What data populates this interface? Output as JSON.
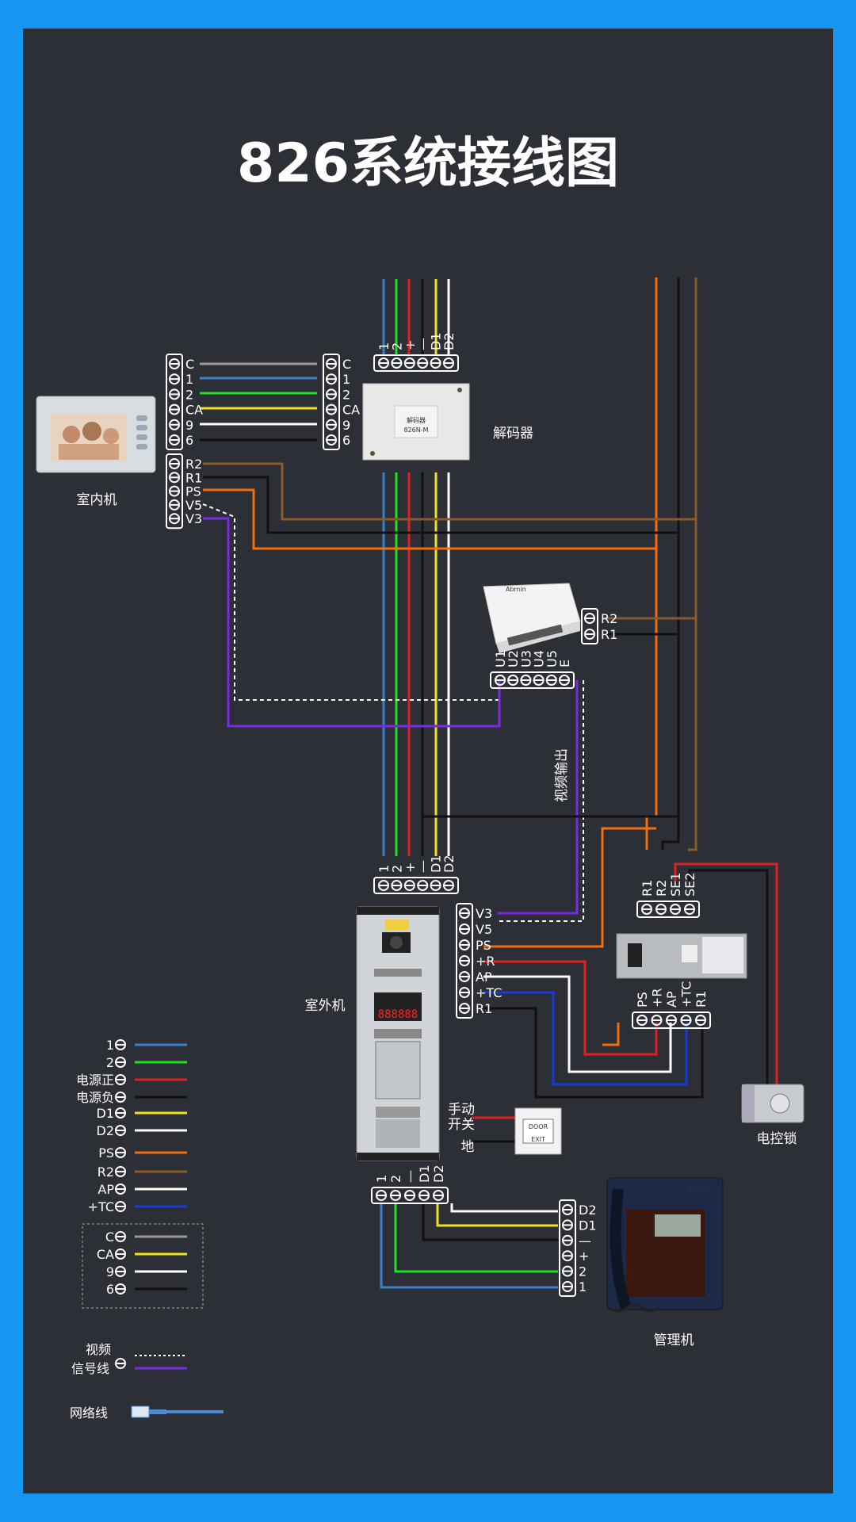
{
  "title": "826系统接线图",
  "colors": {
    "background": "#2d2f36",
    "border": "#1596f0",
    "wire_1": "#3a80c8",
    "wire_2": "#22e022",
    "wire_power_pos": "#e02020",
    "wire_power_neg": "#111111",
    "wire_d1": "#f0e020",
    "wire_d2": "#ffffff",
    "wire_ps": "#f07010",
    "wire_r2": "#8a5a2a",
    "wire_tc": "#1a3ad8",
    "wire_c": "#999999",
    "wire_video": "#7a2ae0"
  },
  "devices": {
    "indoor": "室内机",
    "decoder": "解码器",
    "outdoor": "室外机",
    "lock": "电控锁",
    "manager": "管理机",
    "video_out": "视频输出"
  },
  "indoor_terminals_top": [
    "C",
    "1",
    "2",
    "CA",
    "9",
    "6"
  ],
  "indoor_terminals_bottom": [
    "R2",
    "R1",
    "PS",
    "V5",
    "V3"
  ],
  "decoder_side_terminals": [
    "C",
    "1",
    "2",
    "CA",
    "9",
    "6"
  ],
  "decoder_top_terminals": [
    "1",
    "2",
    "+",
    "—",
    "D1",
    "D2"
  ],
  "decoder_label": {
    "name": "解码器",
    "model": "826N-M"
  },
  "switch_terminals": [
    "U1",
    "U2",
    "U3",
    "U4",
    "U5",
    "E"
  ],
  "switch_side_terminals": [
    "R2",
    "R1"
  ],
  "outdoor_top_terminals": [
    "1",
    "2",
    "+",
    "—",
    "D1",
    "D2"
  ],
  "outdoor_side_terminals": [
    "V3",
    "V5",
    "PS",
    "+R",
    "AP",
    "+TC",
    "R1"
  ],
  "outdoor_bottom_terminals": [
    "1",
    "2",
    "—",
    "D1",
    "D2"
  ],
  "outdoor_display": "888888",
  "power_top_terminals": [
    "R1",
    "R2",
    "SE1",
    "SE2"
  ],
  "power_bottom_terminals": [
    "PS",
    "+R",
    "AP",
    "+TC",
    "R1"
  ],
  "exit_switch": {
    "label_line1": "手动",
    "label_line2": "开关",
    "ground": "地",
    "button_text": "DOOR",
    "button_sub": "EXIT"
  },
  "manager_terminals": [
    "D2",
    "D1",
    "—",
    "+",
    "2",
    "1"
  ],
  "legend": [
    {
      "label": "1",
      "color": "#3a80c8"
    },
    {
      "label": "2",
      "color": "#22e022"
    },
    {
      "label": "电源正",
      "color": "#e02020"
    },
    {
      "label": "电源负",
      "color": "#111111"
    },
    {
      "label": "D1",
      "color": "#f0e020"
    },
    {
      "label": "D2",
      "color": "#ffffff"
    },
    {
      "label": "PS",
      "color": "#f07010"
    },
    {
      "label": "R2",
      "color": "#8a5a2a"
    },
    {
      "label": "AP",
      "color": "#ffffff"
    },
    {
      "label": "+TC",
      "color": "#1a3ad8"
    }
  ],
  "legend_box": [
    {
      "label": "C",
      "color": "#999999"
    },
    {
      "label": "CA",
      "color": "#f0e020"
    },
    {
      "label": "9",
      "color": "#ffffff"
    },
    {
      "label": "6",
      "color": "#111111"
    }
  ],
  "legend_video": {
    "line1": "视频",
    "line2": "信号线"
  },
  "legend_network": "网络线",
  "brand": "Abmin"
}
